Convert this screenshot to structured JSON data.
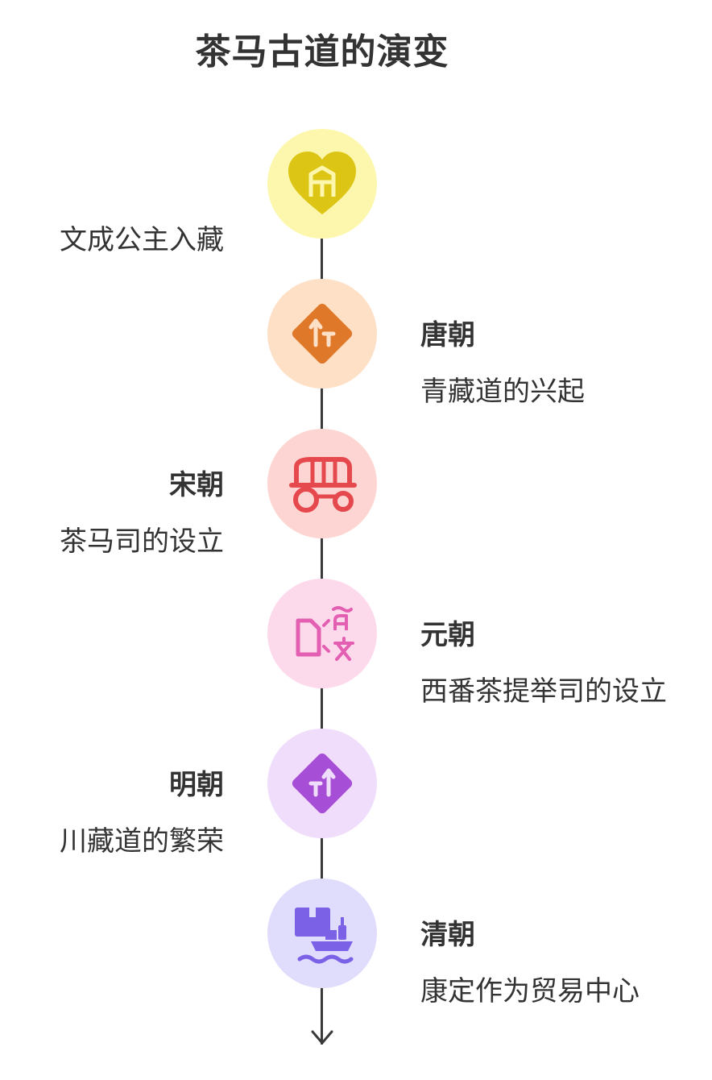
{
  "title": "茶马古道的演变",
  "colors": {
    "axis": "#3a3a3a",
    "node1_bg": "#fdf7ad",
    "node1_icon": "#dcc515",
    "node2_bg": "#fde0c6",
    "node2_icon": "#e0782a",
    "node3_bg": "#fdd5d3",
    "node3_icon": "#e5484d",
    "node4_bg": "#fdd9ec",
    "node4_icon": "#e35fb2",
    "node5_bg": "#f0dcfb",
    "node5_icon": "#a64fd6",
    "node6_bg": "#e0dcfc",
    "node6_icon": "#7b61e5"
  },
  "events": [
    {
      "era": "",
      "desc": "文成公主入藏",
      "icon": "heart-house-icon",
      "side": "left"
    },
    {
      "era": "唐朝",
      "desc": "青藏道的兴起",
      "icon": "road-sign-icon",
      "side": "right"
    },
    {
      "era": "宋朝",
      "desc": "茶马司的设立",
      "icon": "carriage-icon",
      "side": "left"
    },
    {
      "era": "元朝",
      "desc": "西番茶提举司的设立",
      "icon": "translate-icon",
      "side": "right"
    },
    {
      "era": "明朝",
      "desc": "川藏道的繁荣",
      "icon": "direction-sign-icon",
      "side": "left"
    },
    {
      "era": "清朝",
      "desc": "康定作为贸易中心",
      "icon": "cargo-ship-icon",
      "side": "right"
    }
  ]
}
